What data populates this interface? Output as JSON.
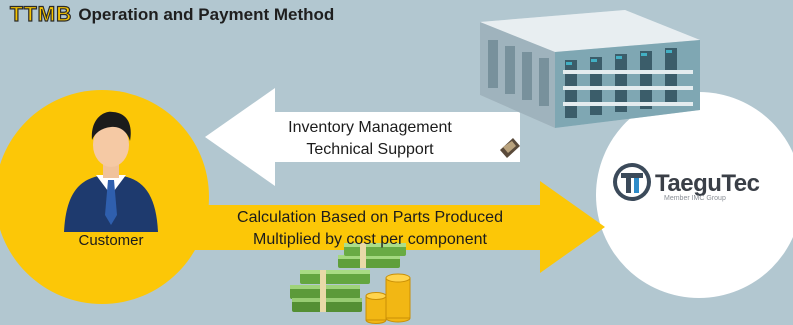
{
  "header": {
    "logo_text": "TTMB",
    "title": "Operation and Payment Method"
  },
  "customer": {
    "label": "Customer"
  },
  "flows": {
    "to_customer": {
      "line1": "Inventory Management",
      "line2": "Technical Support"
    },
    "to_taegutec": {
      "line1": "Calculation Based on Parts Produced",
      "line2": "Multiplied by cost per component"
    }
  },
  "brand": {
    "name": "TaeguTec",
    "subtitle": "Member IMC Group"
  },
  "colors": {
    "background": "#b2c7d0",
    "customer_circle": "#fcc707",
    "arrow_yellow": "#fcc707",
    "arrow_white": "#ffffff",
    "logo_text": "#f5c400"
  },
  "icons": {
    "customer": "businessman-icon",
    "inventory": "vending-machine-icon",
    "money": "money-stack-icon",
    "brand": "taegutec-logo-icon"
  }
}
